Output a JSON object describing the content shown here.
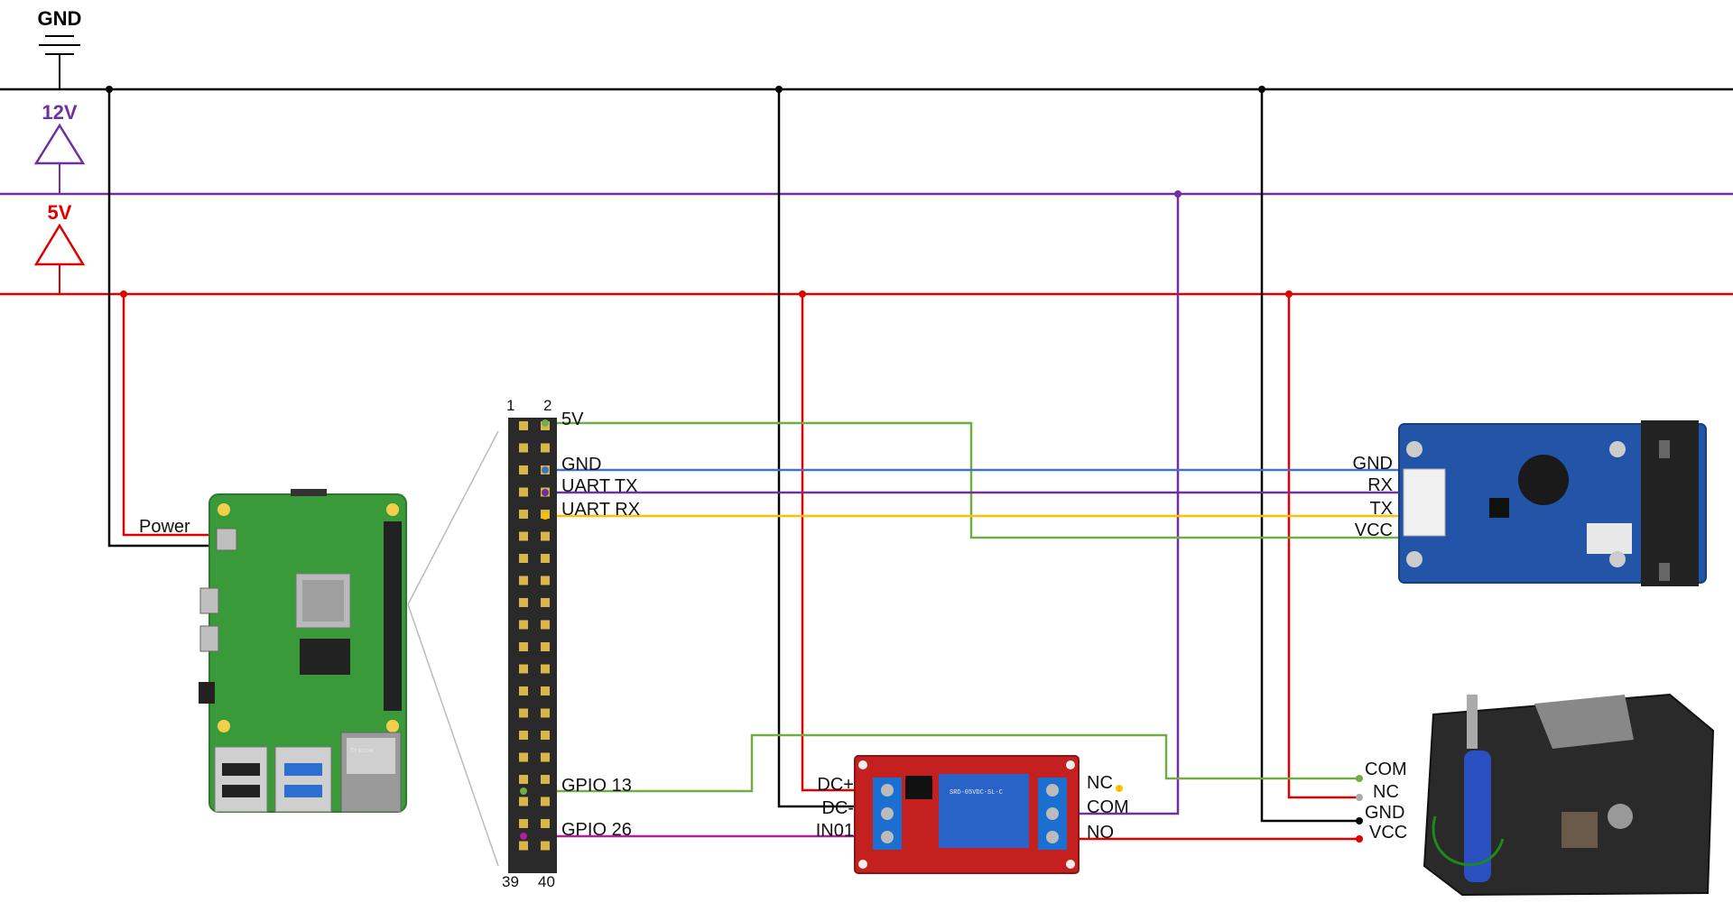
{
  "rails": {
    "gnd": "GND",
    "v12": "12V",
    "v5": "5V"
  },
  "colors": {
    "gnd_wire": "#000000",
    "v12_wire": "#7030a0",
    "v5_wire": "#e00000",
    "v12_symbol": "#7030a0",
    "v5_symbol": "#e00000",
    "green_wire": "#70ad47",
    "blue_wire": "#4472c4",
    "uart_tx_wire": "#7030a0",
    "uart_rx_wire": "#ffc000",
    "gpio26_wire": "#b0209a",
    "pcb_green": "#3a9a3a",
    "pcb_blue": "#2255a8",
    "pcb_red": "#c42020"
  },
  "raspberry_pi": {
    "power_label": "Power",
    "icons": [
      "raspberry-pi-board-icon"
    ]
  },
  "gpio_header": {
    "pin_top_left": "1",
    "pin_top_right": "2",
    "pin_bottom_left": "39",
    "pin_bottom_right": "40",
    "labels": {
      "v5": "5V",
      "gnd": "GND",
      "uart_tx": "UART TX",
      "uart_rx": "UART RX",
      "gpio13": "GPIO 13",
      "gpio26": "GPIO 26"
    }
  },
  "scanner": {
    "pins": [
      "GND",
      "RX",
      "TX",
      "VCC"
    ],
    "icons": [
      "barcode-scanner-module-icon"
    ]
  },
  "relay": {
    "left_pins": [
      "DC+",
      "DC-",
      "IN01"
    ],
    "right_pins": [
      "NC",
      "COM",
      "NO"
    ],
    "icons": [
      "relay-module-icon"
    ]
  },
  "lock": {
    "pins": [
      "COM",
      "NC",
      "GND",
      "VCC"
    ],
    "icons": [
      "electric-lock-icon"
    ]
  }
}
